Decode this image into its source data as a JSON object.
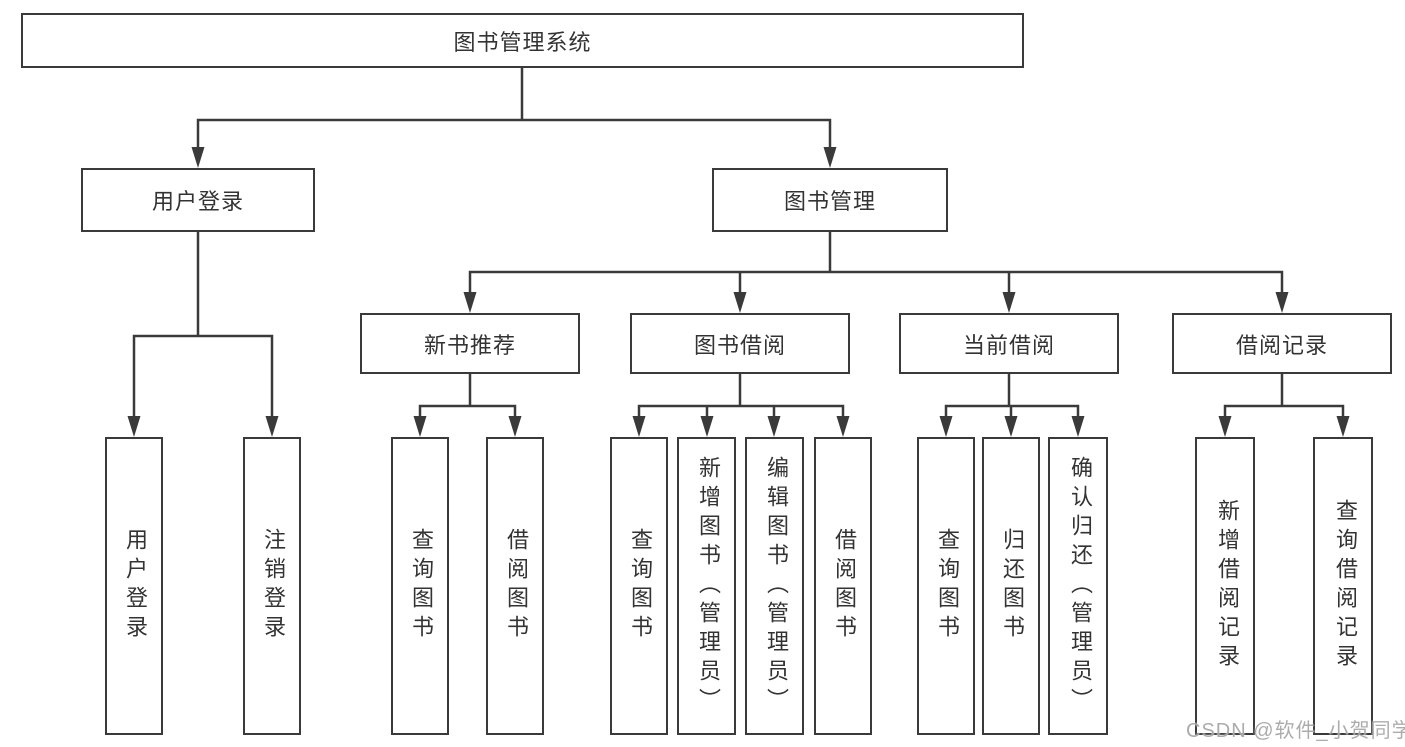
{
  "diagram": {
    "tree": {
      "label": "图书管理系统",
      "children": [
        {
          "label": "用户登录",
          "children": [
            {
              "label": "用户登录"
            },
            {
              "label": "注销登录"
            }
          ]
        },
        {
          "label": "图书管理",
          "children": [
            {
              "label": "新书推荐",
              "children": [
                {
                  "label": "查询图书"
                },
                {
                  "label": "借阅图书"
                }
              ]
            },
            {
              "label": "图书借阅",
              "children": [
                {
                  "label": "查询图书"
                },
                {
                  "label": "新增图书（管理员）"
                },
                {
                  "label": "编辑图书（管理员）"
                },
                {
                  "label": "借阅图书"
                }
              ]
            },
            {
              "label": "当前借阅",
              "children": [
                {
                  "label": "查询图书"
                },
                {
                  "label": "归还图书"
                },
                {
                  "label": "确认归还（管理员）"
                }
              ]
            },
            {
              "label": "借阅记录",
              "children": [
                {
                  "label": "新增借阅记录"
                },
                {
                  "label": "查询借阅记录"
                }
              ]
            }
          ]
        }
      ]
    },
    "watermark": {
      "text": "CSDN @软件_小贺同学",
      "color": "#a5a5a5"
    },
    "colors": {
      "line": "#3a3a3a",
      "border": "#3a3a3a",
      "text": "#333333",
      "background": "#ffffff"
    }
  }
}
